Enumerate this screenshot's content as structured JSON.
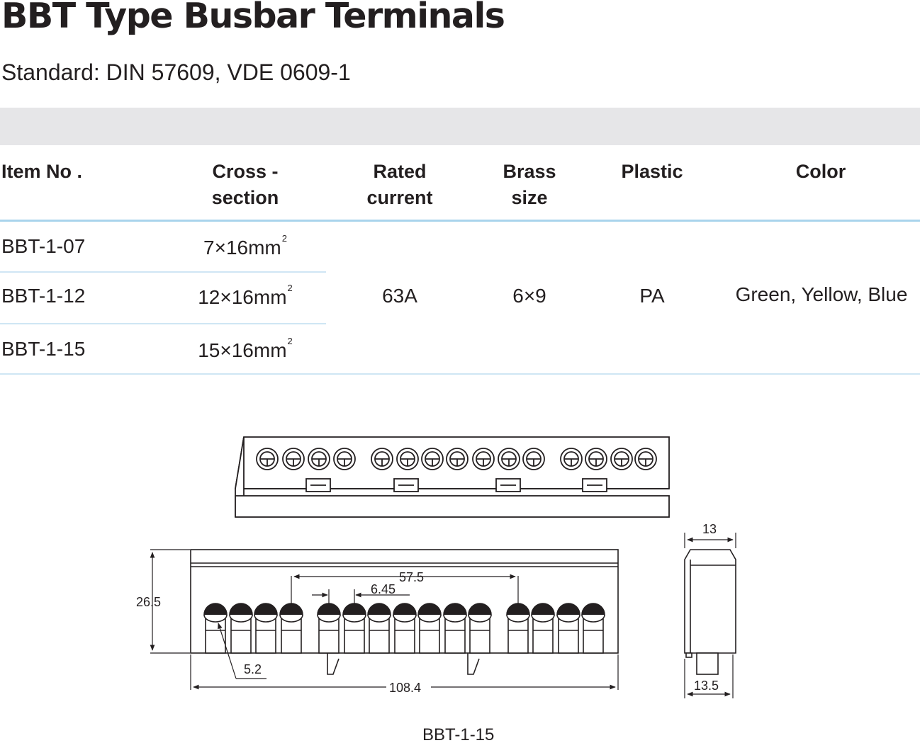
{
  "title": "BBT Type Busbar Terminals",
  "standard": "Standard: DIN 57609, VDE 0609-1",
  "table": {
    "headers": {
      "item": "Item No .",
      "cross_1": "Cross -",
      "cross_2": "section",
      "rated_1": "Rated",
      "rated_2": "current",
      "brass_1": "Brass",
      "brass_2": "size",
      "plastic": "Plastic",
      "color": "Color"
    },
    "rows": [
      {
        "item": "BBT-1-07",
        "cross": "7×16mm",
        "sup": "2"
      },
      {
        "item": "BBT-1-12",
        "cross": "12×16mm",
        "sup": "2"
      },
      {
        "item": "BBT-1-15",
        "cross": "15×16mm",
        "sup": "2"
      }
    ],
    "shared": {
      "rated_current": "63A",
      "brass_size": "6×9",
      "plastic": "PA",
      "color": "Green, Yellow, Blue"
    }
  },
  "drawing": {
    "dims": {
      "height": "26.5",
      "pitch_group": "57.5",
      "pitch": "6.45",
      "hole": "5.2",
      "length": "108.4",
      "side_top": "13",
      "side_bottom": "13.5"
    },
    "caption": "BBT-1-15"
  }
}
